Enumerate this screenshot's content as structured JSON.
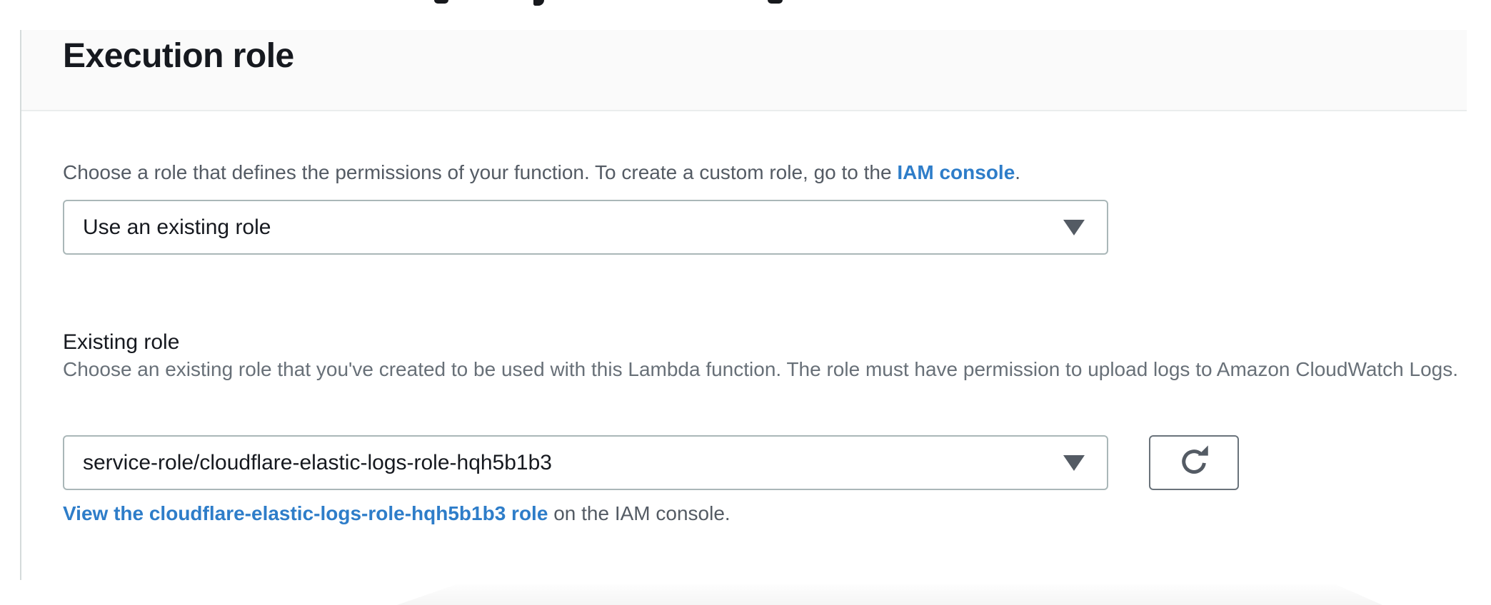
{
  "section": {
    "title": "Execution role",
    "intro": {
      "before": "Choose a role that defines the permissions of your function. To create a custom role, go to the ",
      "link": "IAM console",
      "after": "."
    },
    "role_source_select": {
      "value": "Use an existing role"
    },
    "existing_role": {
      "label": "Existing role",
      "description": "Choose an existing role that you've created to be used with this Lambda function. The role must have permission to upload logs to Amazon CloudWatch Logs.",
      "select_value": "service-role/cloudflare-elastic-logs-role-hqh5b1b3"
    },
    "view_role": {
      "link_text": "View the cloudflare-elastic-logs-role-hqh5b1b3 role",
      "suffix": " on the IAM console."
    },
    "icons": {
      "caret": "caret-down-icon",
      "refresh": "refresh-icon"
    },
    "colors": {
      "link_blue": "#2e7dc9",
      "text_dark": "#16191f",
      "text_gray": "#545b64",
      "text_gray_light": "#687078",
      "header_bg": "#fafafa",
      "divider": "#eaeded",
      "card_border": "#d5dbdb",
      "control_border": "#aab7b8",
      "button_border": "#6a737b",
      "icon_gray": "#545b64"
    }
  }
}
